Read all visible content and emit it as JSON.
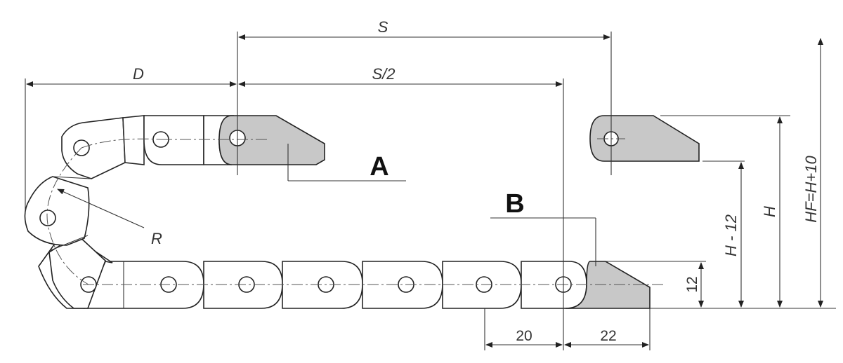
{
  "labels": {
    "S": "S",
    "S_half": "S/2",
    "D": "D",
    "R": "R",
    "A": "A",
    "B": "B",
    "H": "H",
    "H_minus_12": "H - 12",
    "HF": "HF=H+10",
    "dim_12": "12",
    "dim_20": "20",
    "dim_22": "22"
  }
}
